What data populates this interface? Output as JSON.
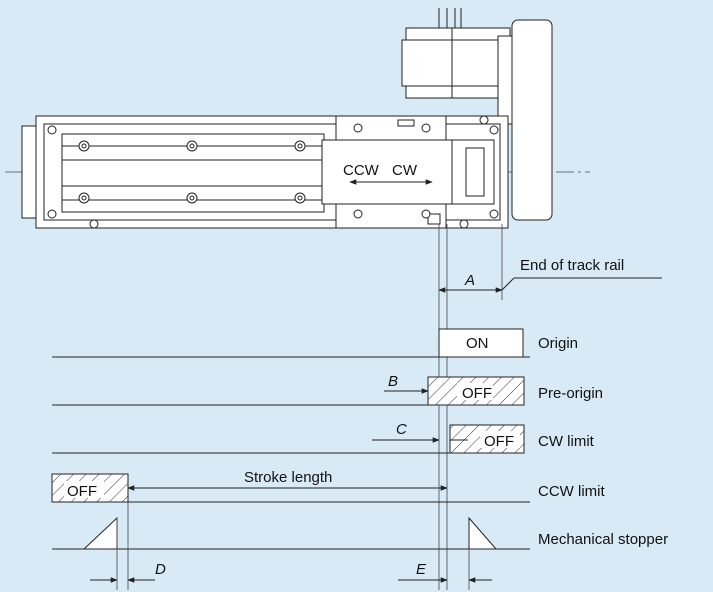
{
  "labels": {
    "ccw": "CCW",
    "cw": "CW",
    "end_of_track_rail": "End of track rail",
    "origin": "Origin",
    "pre_origin": "Pre-origin",
    "cw_limit": "CW limit",
    "ccw_limit": "CCW limit",
    "mechanical_stopper": "Mechanical stopper",
    "stroke_length": "Stroke length"
  },
  "signals": {
    "on": "ON",
    "off_pre_origin": "OFF",
    "off_cw_limit": "OFF",
    "off_ccw_limit": "OFF"
  },
  "dimensions": {
    "a": "A",
    "b": "B",
    "c": "C",
    "d": "D",
    "e": "E"
  },
  "colors": {
    "background": "#d9eaf7",
    "line": "#222222"
  }
}
